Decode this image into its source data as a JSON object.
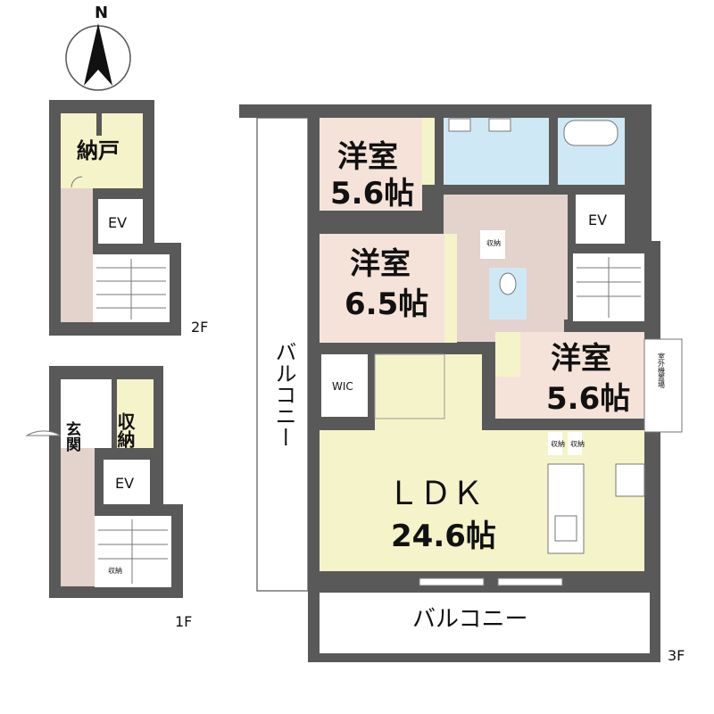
{
  "compass": {
    "label": "N"
  },
  "floors": {
    "f1": {
      "label": "1F",
      "rooms": {
        "entrance": "玄関",
        "storage": "収納",
        "ev": "EV",
        "small_storage": "収納"
      }
    },
    "f2": {
      "label": "2F",
      "rooms": {
        "nando": "納戸",
        "ev": "EV"
      }
    },
    "f3": {
      "label": "3F",
      "rooms": {
        "west_room_1": {
          "name": "洋室",
          "size": "5.6帖"
        },
        "west_room_2": {
          "name": "洋室",
          "size": "6.5帖"
        },
        "west_room_3": {
          "name": "洋室",
          "size": "5.6帖"
        },
        "ldk": {
          "name": "ＬＤＫ",
          "size": "24.6帖"
        },
        "wic": "WIC",
        "ev": "EV",
        "storage_a": "収納",
        "storage_b": "収納",
        "storage_c": "収納",
        "outdoor_unit": "室外機置場"
      },
      "balcony_west": "バルコニー",
      "balcony_south": "バルコニー"
    }
  },
  "colors": {
    "wall": "#595959",
    "room_pink": "#f5e3da",
    "ldk_yellow": "#f5f3c9",
    "wet_blue": "#cfe8f5",
    "corridor": "#e4d2cc",
    "outline": "#777777"
  }
}
